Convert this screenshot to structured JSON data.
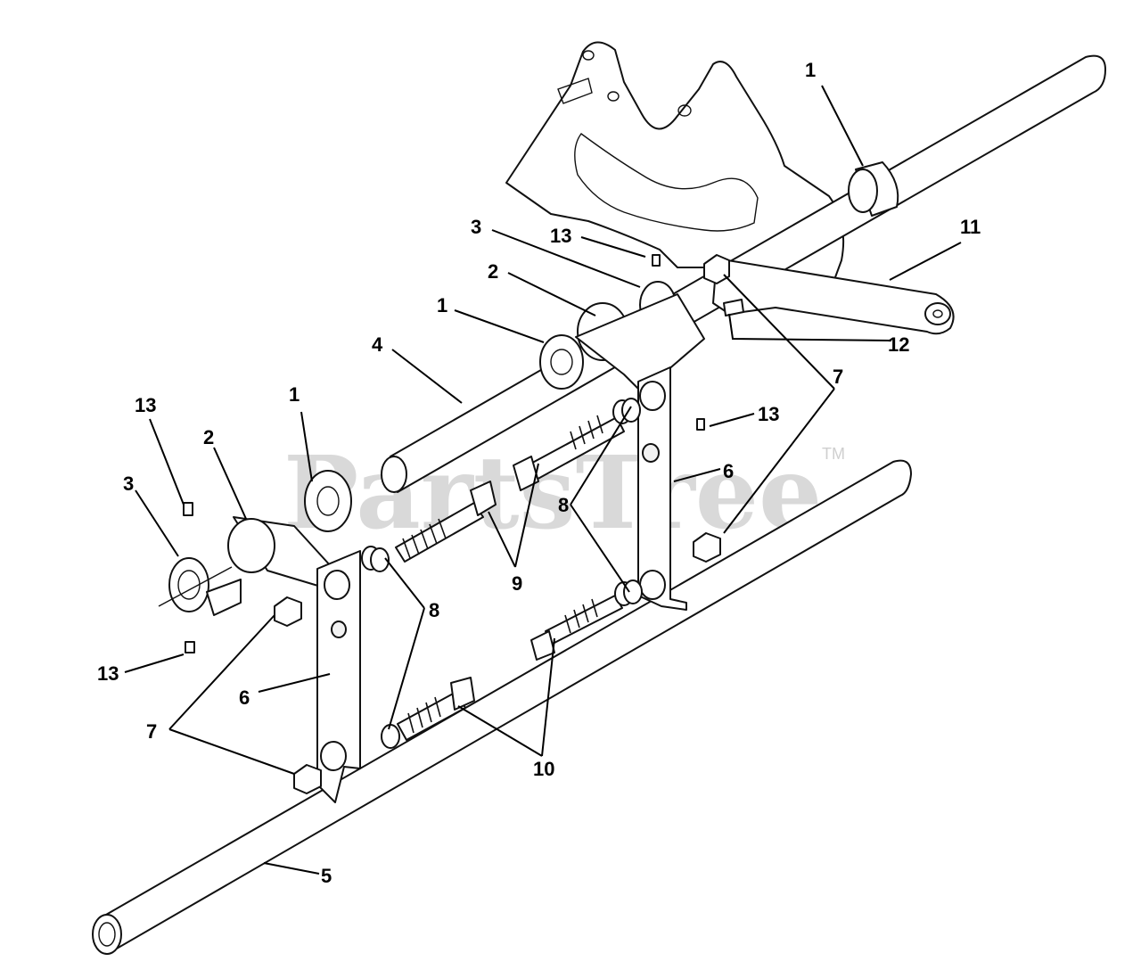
{
  "watermark": {
    "text": "PartsTree",
    "trademark": "TM"
  },
  "callouts": [
    {
      "id": "c1a",
      "label": "1"
    },
    {
      "id": "c11",
      "label": "11"
    },
    {
      "id": "c3a",
      "label": "3"
    },
    {
      "id": "c13a",
      "label": "13"
    },
    {
      "id": "c2a",
      "label": "2"
    },
    {
      "id": "c1b",
      "label": "1"
    },
    {
      "id": "c12",
      "label": "12"
    },
    {
      "id": "c4",
      "label": "4"
    },
    {
      "id": "c7a",
      "label": "7"
    },
    {
      "id": "c13b",
      "label": "13"
    },
    {
      "id": "c1c",
      "label": "1"
    },
    {
      "id": "c13c",
      "label": "13"
    },
    {
      "id": "c2b",
      "label": "2"
    },
    {
      "id": "c6a",
      "label": "6"
    },
    {
      "id": "c3b",
      "label": "3"
    },
    {
      "id": "c8a",
      "label": "8"
    },
    {
      "id": "c9",
      "label": "9"
    },
    {
      "id": "c8b",
      "label": "8"
    },
    {
      "id": "c13d",
      "label": "13"
    },
    {
      "id": "c6b",
      "label": "6"
    },
    {
      "id": "c7b",
      "label": "7"
    },
    {
      "id": "c10",
      "label": "10"
    },
    {
      "id": "c5",
      "label": "5"
    }
  ]
}
